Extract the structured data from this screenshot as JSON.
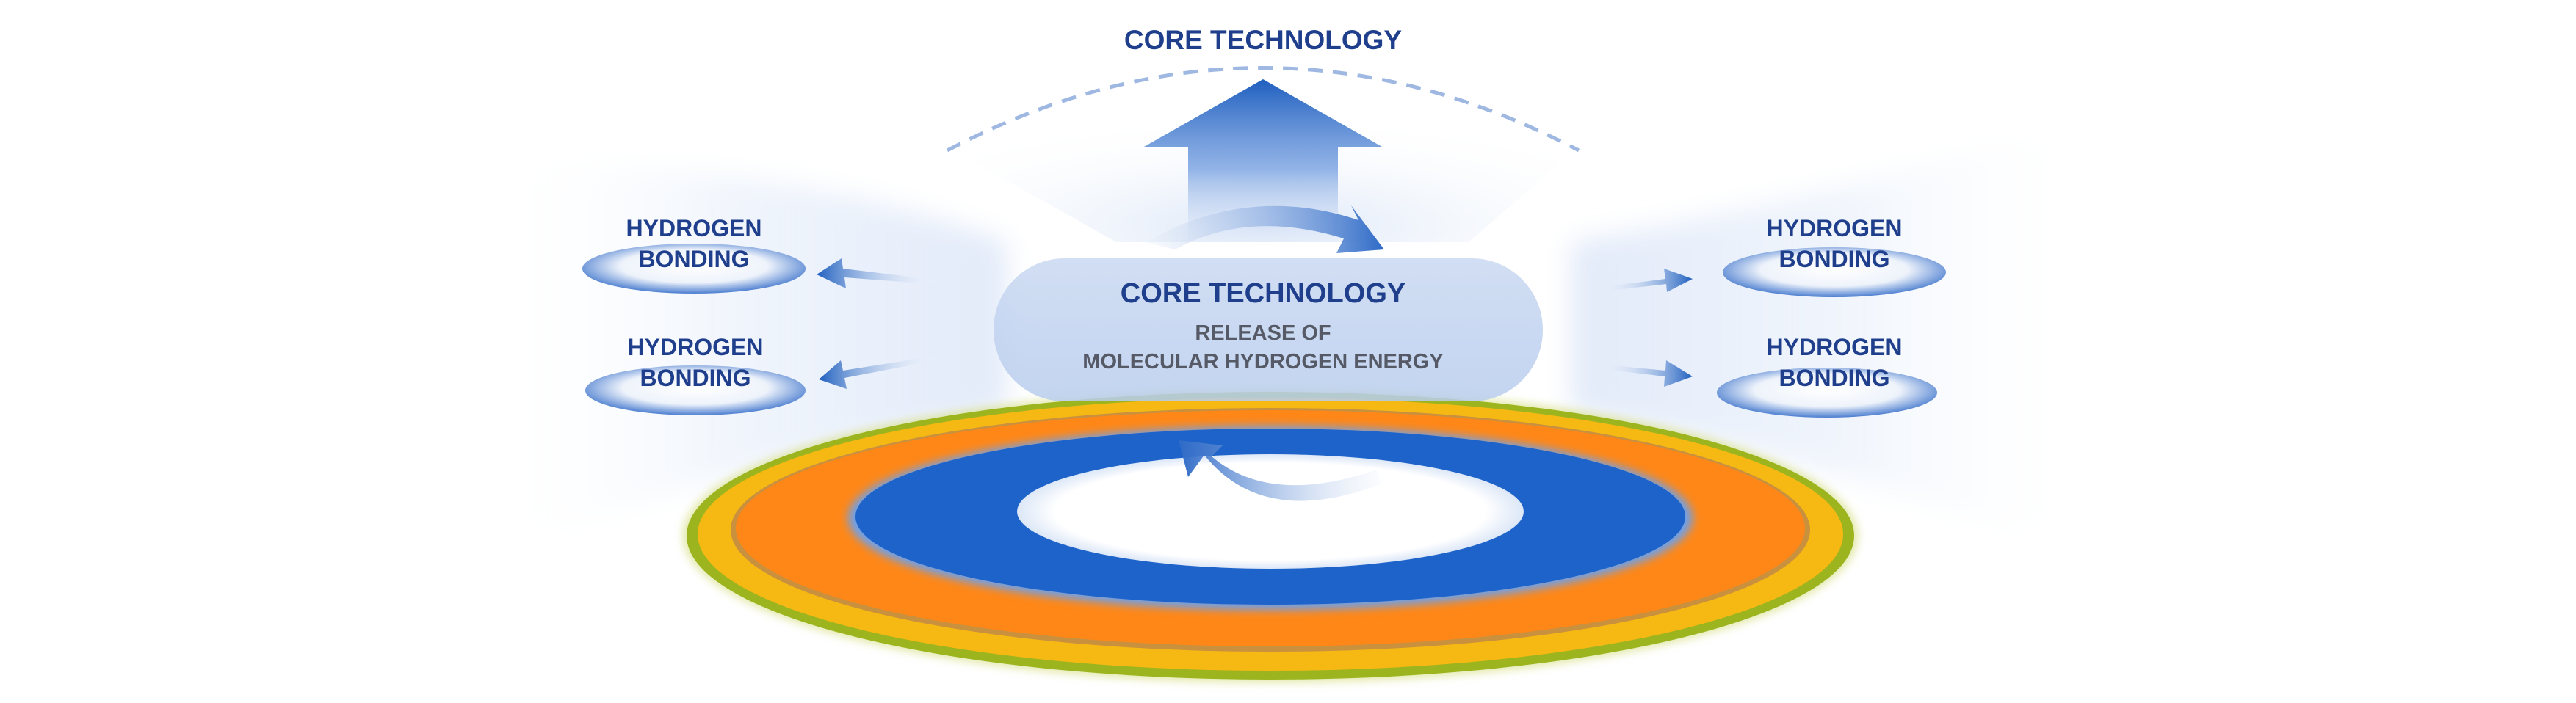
{
  "top_title": "CORE TECHNOLOGY",
  "center_box": {
    "title": "CORE TECHNOLOGY",
    "subtitle_line1": "RELEASE OF",
    "subtitle_line2": "MOLECULAR HYDROGEN ENERGY"
  },
  "bonding_labels": {
    "left_top": {
      "line1": "HYDROGEN",
      "line2": "BONDING"
    },
    "left_bottom": {
      "line1": "HYDROGEN",
      "line2": "BONDING"
    },
    "right_top": {
      "line1": "HYDROGEN",
      "line2": "BONDING"
    },
    "right_bottom": {
      "line1": "HYDROGEN",
      "line2": "BONDING"
    }
  },
  "colors": {
    "title_navy": "#1f3f8c",
    "subtitle_gray": "#555a66",
    "arrow_blue": "#1f5fbf",
    "ring_blue": "#1e63c9",
    "ring_orange": "#ff8717",
    "ring_yellow": "#f6b813",
    "ring_green": "#9cb51f"
  }
}
